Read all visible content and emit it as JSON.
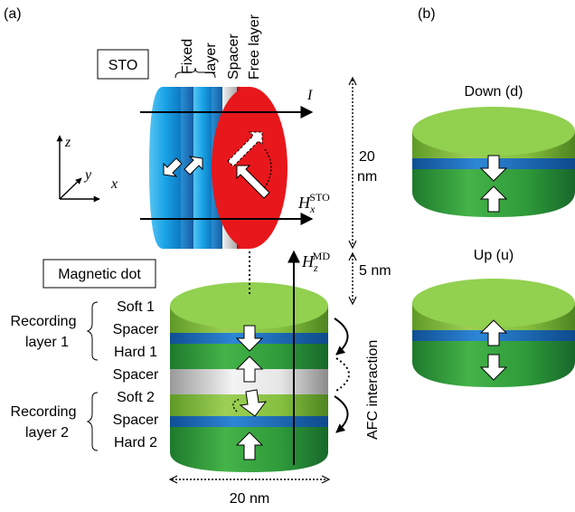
{
  "panel_labels": {
    "a": "(a)",
    "b": "(b)"
  },
  "sto": {
    "box_label": "STO",
    "layer_labels": {
      "fixed": "Fixed layer",
      "fixed_1": "Fixed",
      "fixed_2": "layer",
      "spacer": "Spacer",
      "free": "Free layer"
    },
    "current": "I",
    "field_H": "H",
    "field_sub": "x",
    "field_sup": "STO",
    "height_value": "20",
    "height_unit": "nm"
  },
  "axes": {
    "z": "z",
    "y": "y",
    "x": "x"
  },
  "dot": {
    "box_label": "Magnetic dot",
    "field_H": "H",
    "field_sub": "z",
    "field_sup": "MD",
    "gap_label": "5 nm",
    "width_label": "20 nm",
    "afc_label": "AFC interaction",
    "recording_layer_1": [
      "Recording",
      "layer 1"
    ],
    "recording_layer_2": [
      "Recording",
      "layer 2"
    ],
    "layers_1": [
      "Soft 1",
      "Spacer",
      "Hard 1"
    ],
    "middle_spacer": "Spacer",
    "layers_2": [
      "Soft 2",
      "Spacer",
      "Hard 2"
    ]
  },
  "states": {
    "down": "Down (d)",
    "up": "Up (u)"
  },
  "colors": {
    "blue_light": "#21a9ea",
    "blue_dark": "#1771b8",
    "red": "#e8171c",
    "green_top": "#92d050",
    "green_side": "#2f9e3a",
    "blue_band": "#1e6fbf",
    "gray_band": "#d0d0d0"
  }
}
